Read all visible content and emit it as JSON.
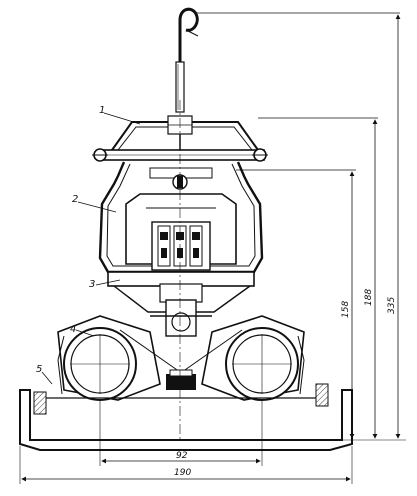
{
  "callouts": [
    {
      "id": "1",
      "text": "1"
    },
    {
      "id": "2",
      "text": "2"
    },
    {
      "id": "3",
      "text": "3"
    },
    {
      "id": "4",
      "text": "4"
    },
    {
      "id": "5",
      "text": "5"
    }
  ],
  "dimensions": {
    "width_92": "92",
    "width_190": "190",
    "height_158": "158",
    "height_188": "188",
    "height_335": "335"
  }
}
